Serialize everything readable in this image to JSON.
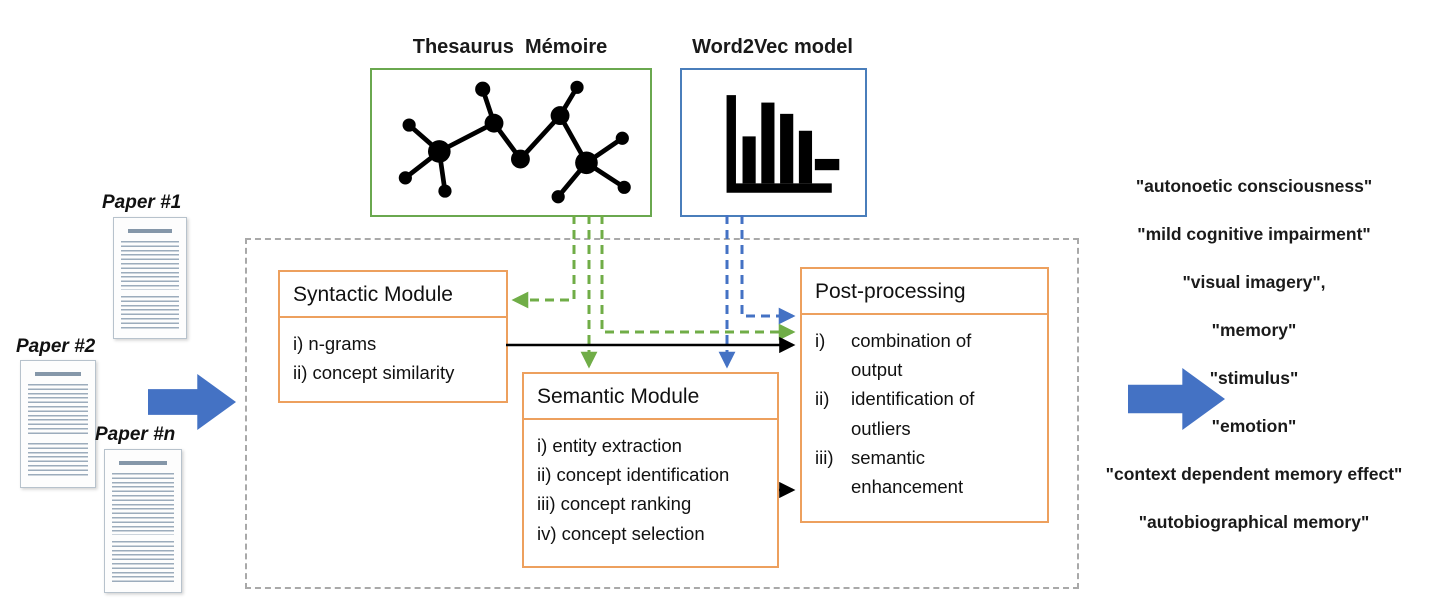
{
  "header": {
    "thesaurus_label": "Thesaurus  Mémoire",
    "word2vec_label": "Word2Vec model"
  },
  "papers": {
    "paper1_label": "Paper #1",
    "paper2_label": "Paper #2",
    "papern_label": "Paper #n"
  },
  "pipeline": {
    "syntactic": {
      "title": "Syntactic Module",
      "items": [
        "i) n-grams",
        "ii) concept similarity"
      ]
    },
    "semantic": {
      "title": "Semantic Module",
      "items": [
        "i) entity extraction",
        "ii) concept identification",
        "iii) concept ranking",
        "iv) concept selection"
      ]
    },
    "post_processing": {
      "title": "Post-processing",
      "items": [
        {
          "marker": "i)",
          "text": "combination of output"
        },
        {
          "marker": "ii)",
          "text": "identification of outliers"
        },
        {
          "marker": "iii)",
          "text": "semantic enhancement"
        }
      ]
    }
  },
  "output_terms": [
    "\"autonoetic consciousness\"",
    "\"mild cognitive impairment\"",
    "\"visual imagery\",",
    "\"memory\"",
    "\"stimulus\"",
    "\"emotion\"",
    "\"context dependent memory effect\"",
    "\"autobiographical memory\""
  ],
  "icons": {
    "thesaurus_icon": "network-graph-icon",
    "word2vec_icon": "bar-chart-icon"
  },
  "colors": {
    "accent_blue": "#4472C4",
    "accent_green": "#70AD47",
    "module_orange": "#EDA05E",
    "container_dash_gray": "#A9A9A9",
    "box_green_border": "#6AA84F",
    "box_blue_border": "#4A7EBB"
  }
}
